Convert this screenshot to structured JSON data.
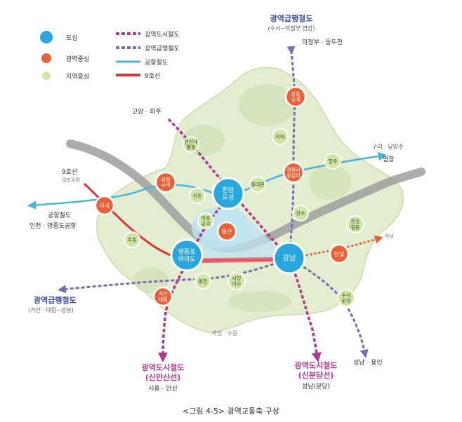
{
  "legend": {
    "node_types": [
      {
        "label": "도심",
        "color": "#2aa6de"
      },
      {
        "label": "광역중심",
        "color": "#e8613a"
      },
      {
        "label": "지역중심",
        "color": "#cfe6a4"
      }
    ],
    "line_types": [
      {
        "label": "광역도시철도",
        "color": "#b03a8c"
      },
      {
        "label": "광역급행철도",
        "color": "#7a6bb0"
      },
      {
        "label": "공항철도",
        "color": "#4fb3d9"
      },
      {
        "label": "9호선",
        "color": "#d9363e"
      }
    ]
  },
  "nodes": {
    "hanyang": "한양\n도성",
    "yeongdeungpo": "영등포\n여의도",
    "gangnam": "강남",
    "chang": "창동\n상계",
    "cheongnyang": "청량리\n왕십리",
    "sangam": "상암\n수색",
    "magok": "마곡",
    "yongsan": "용산",
    "jamsil": "잠실",
    "gasan": "가산\n대림",
    "yeonsinnae": "연신내\n불광",
    "sinchon": "신촌",
    "mapo": "마포\n공덕",
    "dongdaemun": "동대문",
    "mia": "미아",
    "mangu": "망우",
    "seongsu": "성수",
    "cheonho": "천호\n길동",
    "mokdong": "목동",
    "bongcheon": "봉천",
    "sadang": "사당\n이수",
    "suseo": "수서\n문정"
  },
  "labels": {
    "top_title": "광역급행철도",
    "top_sub": "(수서~의정부 연장)",
    "uijeongbu": "의정부 · 동두천",
    "goyang": "고양 · 파주",
    "guri": "구리 · 남양주",
    "pyeongchang": "평창",
    "line9": "9호선",
    "gimpo": "김포공항",
    "airport": "공항철도",
    "incheon": "인천 · 영종도공항",
    "hanam": "하남",
    "left_title": "광역급행철도",
    "left_sub": "(가산 · 대림~강남)",
    "gwacheon": "과천 · 수원",
    "seongnam": "성남 · 용인",
    "sinan_title": "광역도시철도",
    "sinan_sub": "(신안산선)",
    "siheung": "시흥 · 안산",
    "sinbun_title": "광역도시철도",
    "sinbun_sub": "(신분당선)",
    "seongnam_bundang": "성남(분당)"
  },
  "caption": "<그림 4-5> 광역교통축 구상"
}
